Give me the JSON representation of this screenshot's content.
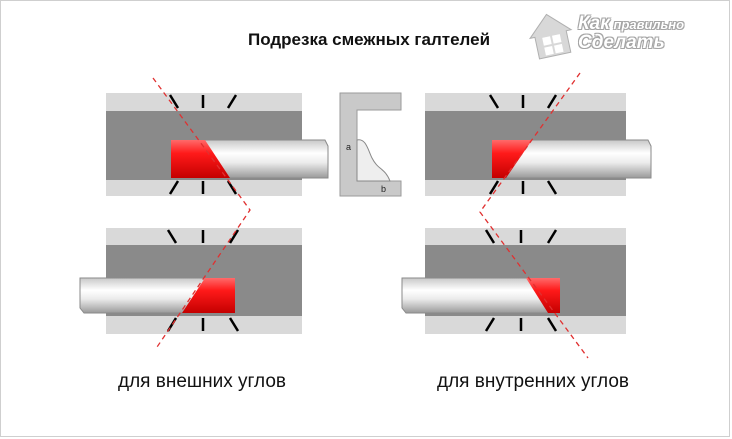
{
  "title": "Подрезка смежных галтелей",
  "captions": {
    "outer": "для внешних углов",
    "inner": "для внутренних углов"
  },
  "logo": {
    "line1_big": "Как",
    "line1_small": " правильно",
    "line2": "Сделать"
  },
  "profile_labels": {
    "a": "a",
    "b": "b"
  },
  "colors": {
    "box_outer": "#d9d9d9",
    "box_inner": "#8a8a8a",
    "cut_red": "#ff1a1a",
    "molding_light": "#f2f2f2",
    "cut_line": "#e03030",
    "tick": "#000000"
  },
  "icons": [
    "house-logo-icon"
  ]
}
